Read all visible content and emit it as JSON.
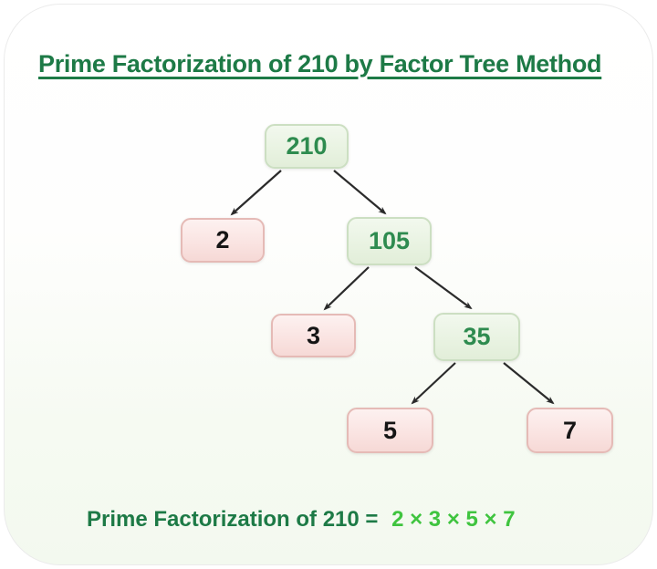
{
  "title": "Prime Factorization of 210 by Factor Tree Method",
  "colors": {
    "title_green": "#1d7a46",
    "node_green_text": "#2e8b4f",
    "result_bright_green": "#3fc43f",
    "green_node_fill": "#e9f3e2",
    "green_node_border": "#ccdfc2",
    "pink_node_fill": "#fae4e2",
    "pink_node_border": "#e5bab6",
    "arrow": "#2b2b2b",
    "card_bottom_tint": "#f3f9ef"
  },
  "tree": {
    "root": "210",
    "nodes": [
      {
        "value": "210",
        "type": "composite",
        "color": "green"
      },
      {
        "value": "2",
        "type": "prime",
        "color": "pink"
      },
      {
        "value": "105",
        "type": "composite",
        "color": "green"
      },
      {
        "value": "3",
        "type": "prime",
        "color": "pink"
      },
      {
        "value": "35",
        "type": "composite",
        "color": "green"
      },
      {
        "value": "5",
        "type": "prime",
        "color": "pink"
      },
      {
        "value": "7",
        "type": "prime",
        "color": "pink"
      }
    ],
    "edges": [
      {
        "from": "210",
        "to": "2"
      },
      {
        "from": "210",
        "to": "105"
      },
      {
        "from": "105",
        "to": "3"
      },
      {
        "from": "105",
        "to": "35"
      },
      {
        "from": "35",
        "to": "5"
      },
      {
        "from": "35",
        "to": "7"
      }
    ]
  },
  "result": {
    "label": "Prime Factorization of 210 =",
    "value": "2 × 3 × 5 × 7"
  }
}
